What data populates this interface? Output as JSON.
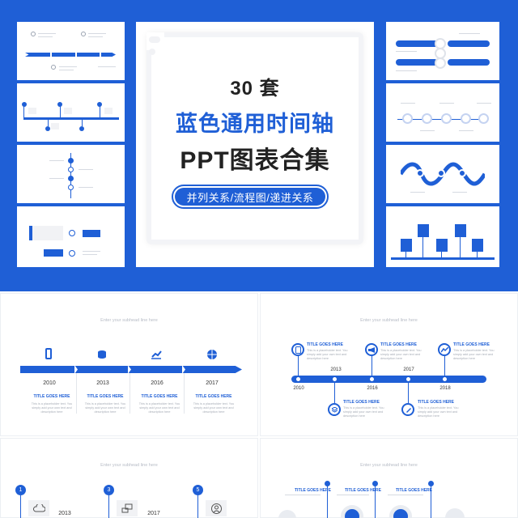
{
  "cover": {
    "count": "30 套",
    "title_line1": "蓝色通用时间轴",
    "title_line2": "PPT图表合集",
    "tagline": "并列关系/流程图/递进关系"
  },
  "colors": {
    "primary": "#1f5fd6",
    "light_gray": "#f1f2f5",
    "text_dark": "#222222",
    "text_muted": "#a5abb5"
  },
  "slide1": {
    "subtitle": "Enter your subhead line here",
    "years": [
      "2010",
      "2013",
      "2016",
      "2017"
    ],
    "item_title": "TITLE GOES HERE",
    "item_desc": "This is a placeholder text. You simply add your own text and description here",
    "icons": [
      "film-icon",
      "coins-icon",
      "chart-icon",
      "globe-icon"
    ]
  },
  "slide2": {
    "subtitle": "Enter your subhead line here",
    "years": [
      "2010",
      "2013",
      "2016",
      "2017",
      "2018"
    ],
    "item_title": "TITLE GOES HERE",
    "item_desc": "This is a placeholder text. You simply add your own text and description here",
    "top_icons": [
      "tablet-icon",
      "megaphone-icon",
      "trend-icon"
    ],
    "bottom_icons": [
      "stack-icon",
      "pen-icon"
    ]
  },
  "slide3": {
    "subtitle": "Enter your subhead line here",
    "numbers": [
      "1",
      "3",
      "5"
    ],
    "years": [
      "2013",
      "2017"
    ],
    "icons": [
      "cloud-icon",
      "chat-icon",
      "user-icon"
    ]
  },
  "slide4": {
    "subtitle": "Enter your subhead line here",
    "item_title": "TITLE GOES HERE"
  }
}
